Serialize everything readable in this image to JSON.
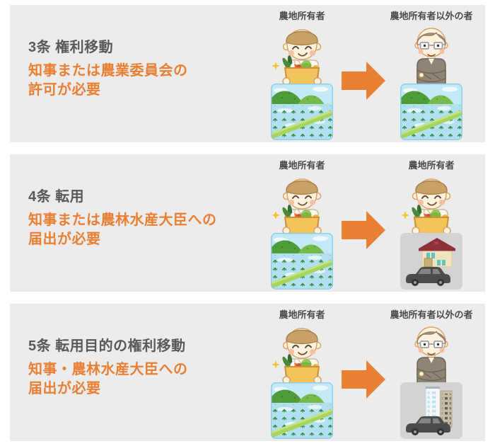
{
  "colors": {
    "page_background": "#ffffff",
    "panel_background": "#ececec",
    "title_text": "#595959",
    "accent_orange": "#e87f33",
    "label_text": "#4a4a4a"
  },
  "panels": [
    {
      "article": "3条",
      "title": "3条 権利移動",
      "subtitle_lines": [
        "知事または農業委員会の",
        "許可が必要"
      ],
      "left_label": "農地所有者",
      "right_label": "農地所有者以外の者",
      "left_figure": "farmer-on-farmland",
      "right_figure": "non-owner-on-farmland",
      "arrow_icon": "right-arrow"
    },
    {
      "article": "4条",
      "title": "4条 転用",
      "subtitle_lines": [
        "知事または農林水産大臣への",
        "届出が必要"
      ],
      "left_label": "農地所有者",
      "right_label": "農地所有者",
      "left_figure": "farmer-on-farmland",
      "right_figure": "farmer-on-urban-land",
      "arrow_icon": "right-arrow"
    },
    {
      "article": "5条",
      "title": "5条 転用目的の権利移動",
      "subtitle_lines": [
        "知事・農林水産大臣への",
        "届出が必要"
      ],
      "left_label": "農地所有者",
      "right_label": "農地所有者以外の者",
      "left_figure": "farmer-on-farmland",
      "right_figure": "non-owner-on-urban-land",
      "arrow_icon": "right-arrow"
    }
  ]
}
